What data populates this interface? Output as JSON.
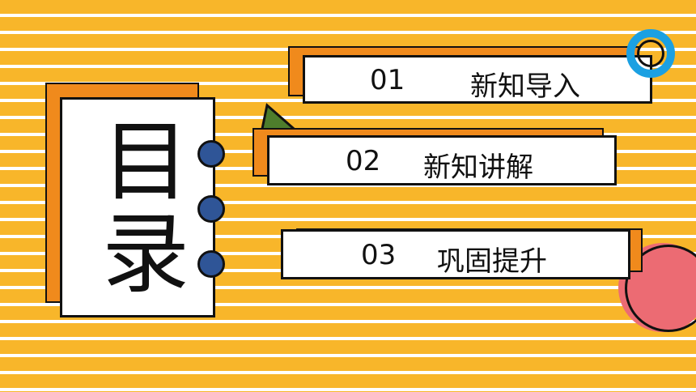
{
  "menu": {
    "title": "目录"
  },
  "items": [
    {
      "number": "01",
      "label": "新知导入"
    },
    {
      "number": "02",
      "label": "新知讲解"
    },
    {
      "number": "03",
      "label": "巩固提升"
    }
  ],
  "colors": {
    "background": "#f8b62a",
    "stripe": "#ffffff",
    "shadow": "#f08a1c",
    "ring": "#2f5597",
    "blue_ring": "#1ba0e2",
    "pink_circle": "#ec6b73",
    "triangle": "#4e7d2c"
  }
}
